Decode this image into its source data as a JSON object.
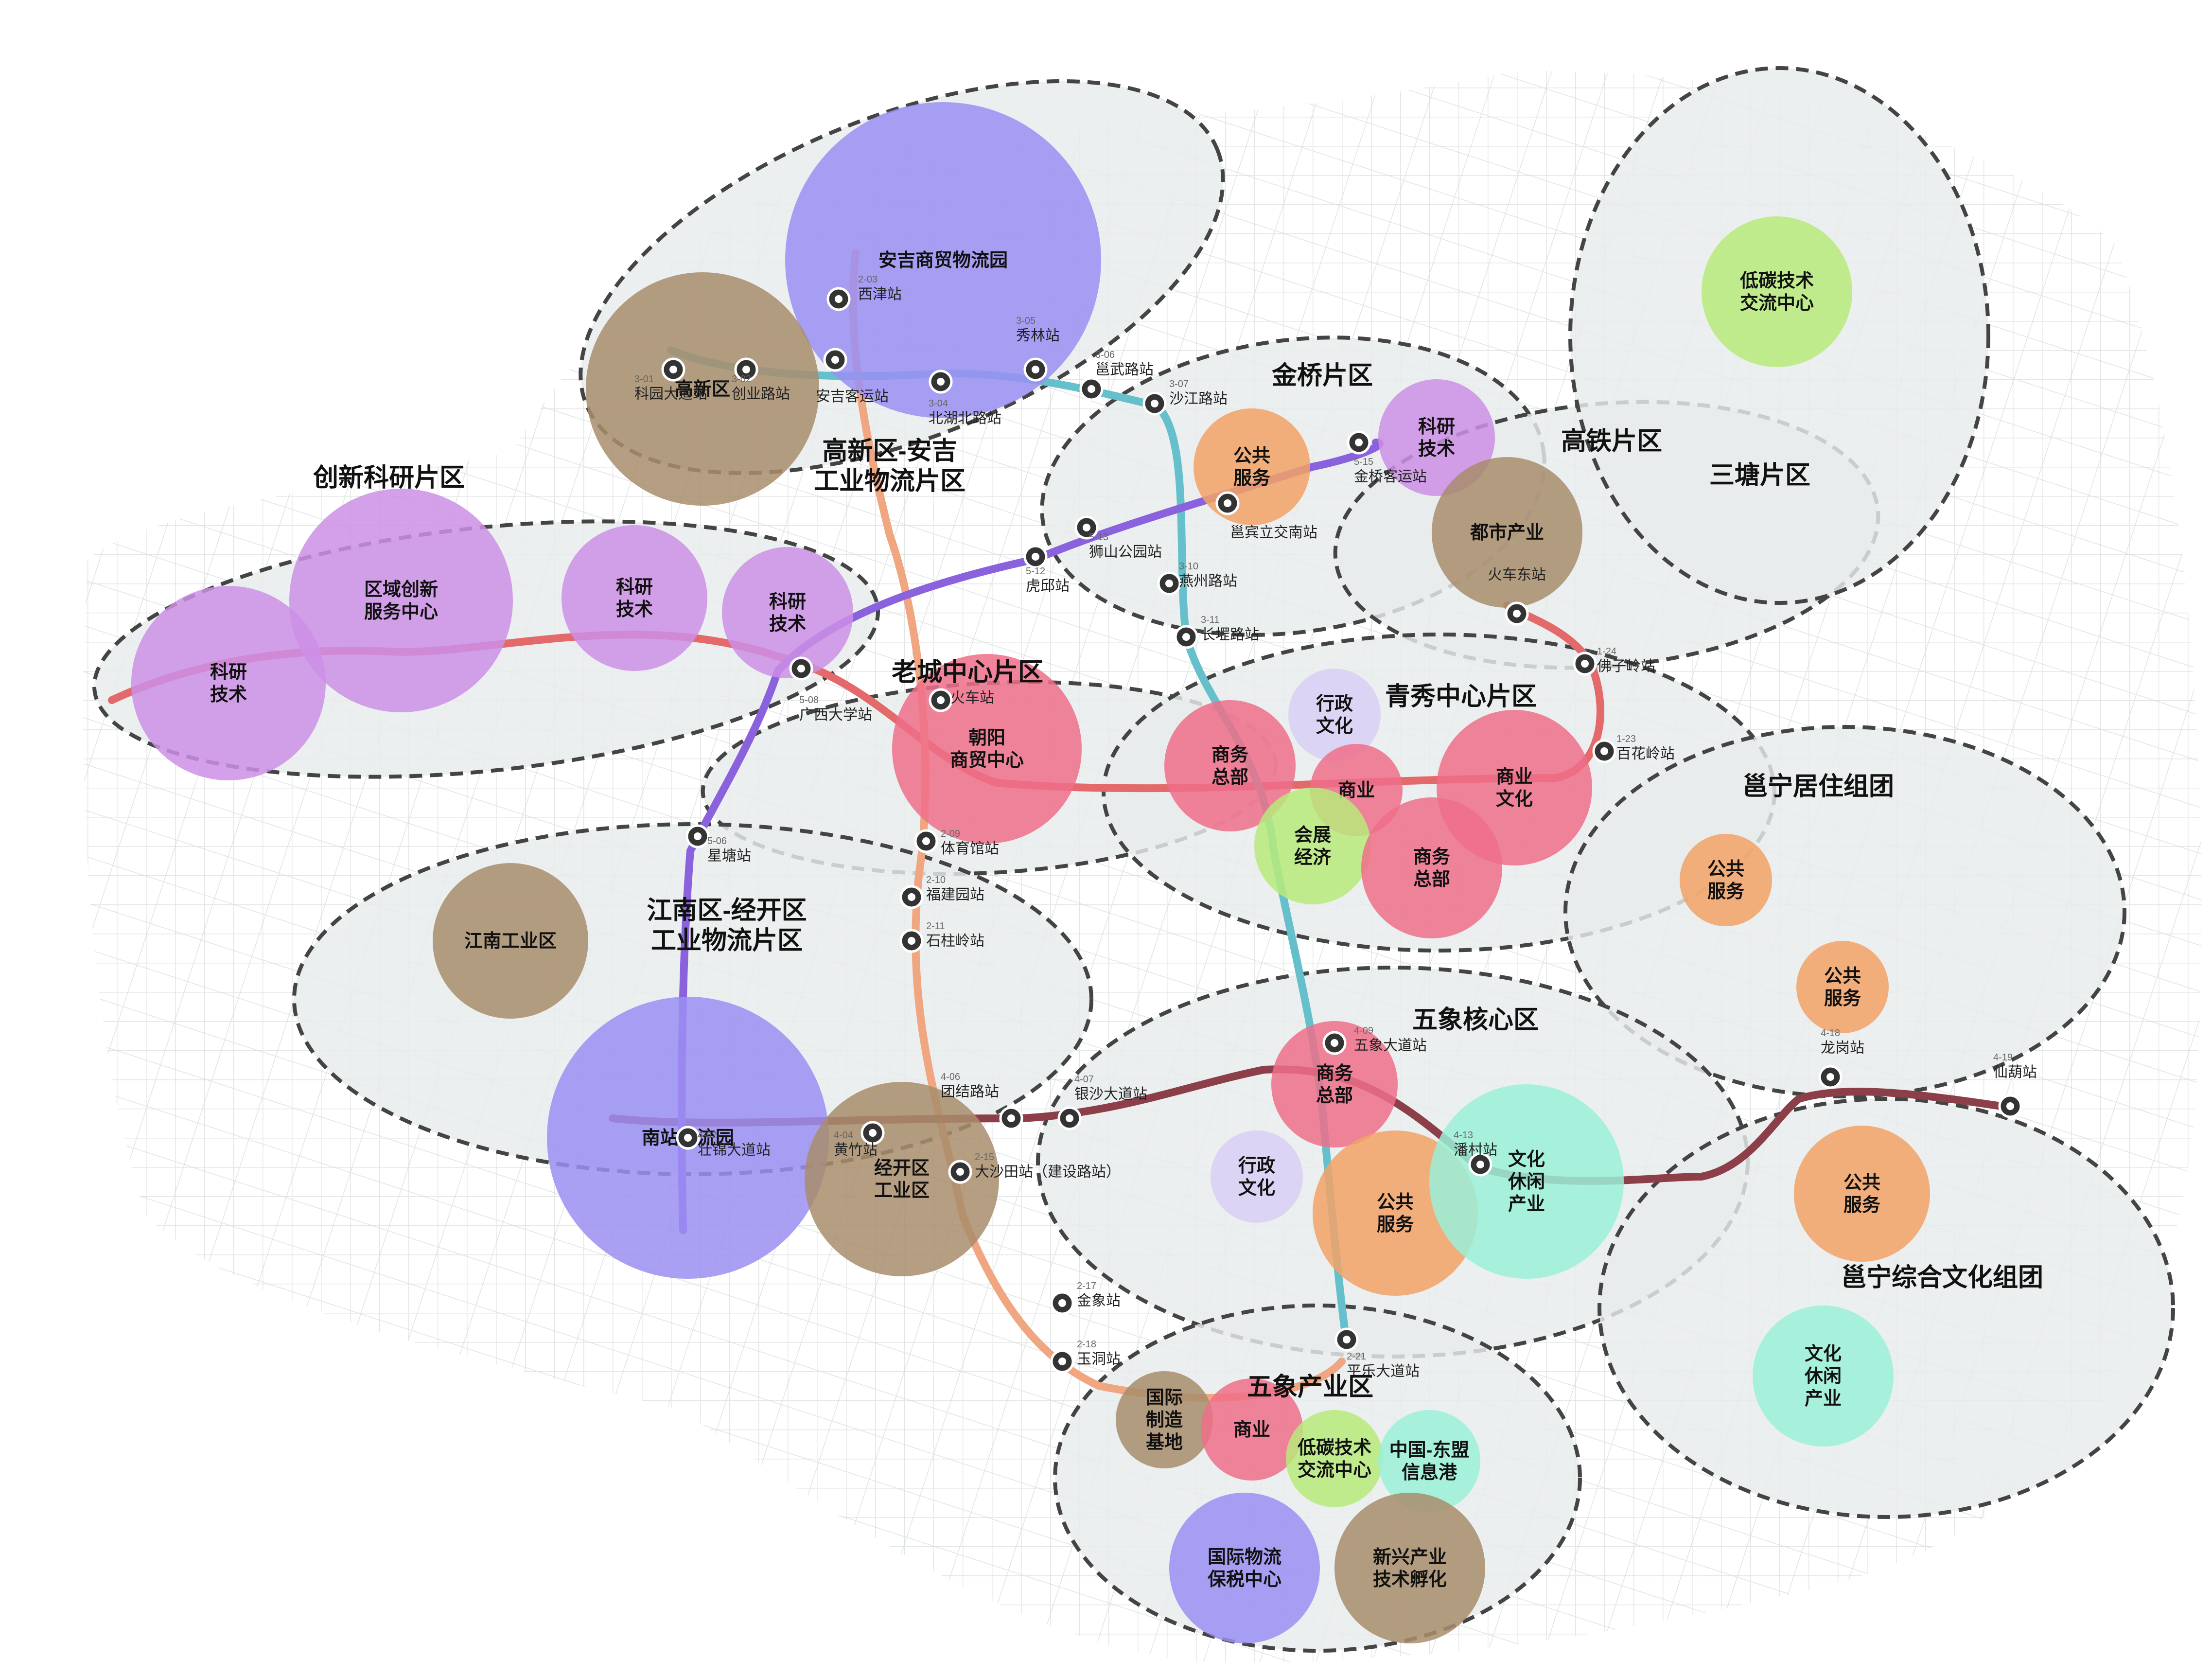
{
  "zones": [
    {
      "id": "high-tech",
      "label": [
        "高新区-安吉",
        "工业物流片区"
      ]
    },
    {
      "id": "innovation",
      "label": [
        "创新科研片区"
      ]
    },
    {
      "id": "jinqiao",
      "label": [
        "金桥片区"
      ]
    },
    {
      "id": "hsr",
      "label": [
        "高铁片区"
      ]
    },
    {
      "id": "santang",
      "label": [
        "三塘片区"
      ]
    },
    {
      "id": "old-city",
      "label": [
        "老城中心片区"
      ]
    },
    {
      "id": "qingxiu",
      "label": [
        "青秀中心片区"
      ]
    },
    {
      "id": "yongning-res",
      "label": [
        "邕宁居住组团"
      ]
    },
    {
      "id": "jiangnan",
      "label": [
        "江南区-经开区",
        "工业物流片区"
      ]
    },
    {
      "id": "wuxiang-core",
      "label": [
        "五象核心区"
      ]
    },
    {
      "id": "yongning-cul",
      "label": [
        "邕宁综合文化组团"
      ]
    },
    {
      "id": "wuxiang-ind",
      "label": [
        "五象产业区"
      ]
    }
  ],
  "nodes": [
    {
      "label": [
        "安吉商贸物流园"
      ],
      "category": "logistics"
    },
    {
      "label": [
        "高新区"
      ],
      "category": "industry"
    },
    {
      "label": [
        "区域创新",
        "服务中心"
      ],
      "category": "research"
    },
    {
      "label": [
        "科研",
        "技术"
      ],
      "category": "research"
    },
    {
      "label": [
        "科研",
        "技术"
      ],
      "category": "research"
    },
    {
      "label": [
        "科研",
        "技术"
      ],
      "category": "research"
    },
    {
      "label": [
        "公共",
        "服务"
      ],
      "category": "public"
    },
    {
      "label": [
        "科研",
        "技术"
      ],
      "category": "research"
    },
    {
      "label": [
        "都市产业"
      ],
      "category": "industry"
    },
    {
      "label": [
        "低碳技术",
        "交流中心"
      ],
      "category": "green"
    },
    {
      "label": [
        "朝阳",
        "商贸中心"
      ],
      "category": "commerce"
    },
    {
      "label": [
        "行政",
        "文化"
      ],
      "category": "admin"
    },
    {
      "label": [
        "商务",
        "总部"
      ],
      "category": "commerce"
    },
    {
      "label": [
        "商业"
      ],
      "category": "commerce"
    },
    {
      "label": [
        "商业",
        "文化"
      ],
      "category": "commerce"
    },
    {
      "label": [
        "会展",
        "经济"
      ],
      "category": "green"
    },
    {
      "label": [
        "商务",
        "总部"
      ],
      "category": "commerce"
    },
    {
      "label": [
        "江南工业区"
      ],
      "category": "industry"
    },
    {
      "label": [
        "南站物流园"
      ],
      "category": "logistics"
    },
    {
      "label": [
        "经开区",
        "工业区"
      ],
      "category": "industry"
    },
    {
      "label": [
        "公共",
        "服务"
      ],
      "category": "public"
    },
    {
      "label": [
        "公共",
        "服务"
      ],
      "category": "public"
    },
    {
      "label": [
        "商务",
        "总部"
      ],
      "category": "commerce"
    },
    {
      "label": [
        "行政",
        "文化"
      ],
      "category": "admin"
    },
    {
      "label": [
        "公共",
        "服务"
      ],
      "category": "public"
    },
    {
      "label": [
        "文化",
        "休闲",
        "产业"
      ],
      "category": "culture"
    },
    {
      "label": [
        "公共",
        "服务"
      ],
      "category": "public"
    },
    {
      "label": [
        "文化",
        "休闲",
        "产业"
      ],
      "category": "culture"
    },
    {
      "label": [
        "国际",
        "制造",
        "基地"
      ],
      "category": "industry"
    },
    {
      "label": [
        "商业"
      ],
      "category": "commerce"
    },
    {
      "label": [
        "低碳技术",
        "交流中心"
      ],
      "category": "green"
    },
    {
      "label": [
        "中国-东盟",
        "信息港"
      ],
      "category": "culture"
    },
    {
      "label": [
        "国际物流",
        "保税中心"
      ],
      "category": "logistics"
    },
    {
      "label": [
        "新兴产业",
        "技术孵化"
      ],
      "category": "industry"
    }
  ],
  "stations": [
    {
      "name": "西津站",
      "code": "2-03"
    },
    {
      "name": "秀林站",
      "code": "3-05"
    },
    {
      "name": "邕武路站",
      "code": "3-06"
    },
    {
      "name": "科园大道站",
      "code": "3-01"
    },
    {
      "name": "创业路站",
      "code": "3-02"
    },
    {
      "name": "安吉客运站",
      "code": ""
    },
    {
      "name": "北湖北路站",
      "code": "3-04"
    },
    {
      "name": "沙江路站",
      "code": "3-07"
    },
    {
      "name": "金桥客运站",
      "code": "5-15"
    },
    {
      "name": "邕宾立交南站",
      "code": ""
    },
    {
      "name": "狮山公园站",
      "code": "5-13"
    },
    {
      "name": "虎邱站",
      "code": "5-12"
    },
    {
      "name": "燕州路站",
      "code": "3-10"
    },
    {
      "name": "长堽路站",
      "code": "3-11"
    },
    {
      "name": "火车东站",
      "code": ""
    },
    {
      "name": "佛子岭站",
      "code": "1-24"
    },
    {
      "name": "百花岭站",
      "code": "1-23"
    },
    {
      "name": "火车站",
      "code": ""
    },
    {
      "name": "广西大学站",
      "code": "5-08"
    },
    {
      "name": "体育馆站",
      "code": "2-09"
    },
    {
      "name": "星塘站",
      "code": "5-06"
    },
    {
      "name": "福建园站",
      "code": "2-10"
    },
    {
      "name": "石柱岭站",
      "code": "2-11"
    },
    {
      "name": "银沙大道站",
      "code": "4-07"
    },
    {
      "name": "团结路站",
      "code": "4-06"
    },
    {
      "name": "五象大道站",
      "code": "4-09"
    },
    {
      "name": "壮锦大道站",
      "code": "4-02"
    },
    {
      "name": "黄竹站",
      "code": "4-04"
    },
    {
      "name": "大沙田站（建设路站）",
      "code": "2-15"
    },
    {
      "name": "潘村站",
      "code": "4-13"
    },
    {
      "name": "金象站",
      "code": "2-17"
    },
    {
      "name": "玉洞站",
      "code": "2-18"
    },
    {
      "name": "平乐大道站",
      "code": "2-21"
    },
    {
      "name": "龙岗站",
      "code": "4-18"
    },
    {
      "name": "仙葫站",
      "code": "4-19"
    }
  ],
  "colors": {
    "research": "#cd8fe6",
    "logistics": "#9a8ff2",
    "industry": "#a88d6c",
    "public": "#f2a266",
    "commerce": "#ef6f8a",
    "admin": "#d9cff5",
    "green": "#b9ea7b",
    "culture": "#9af0d8",
    "zone_fill": "#e8eceb",
    "zone_stroke": "#444444",
    "line1": "#e4696a",
    "line2": "#efa681",
    "line3": "#66c0cc",
    "line4": "#8c3f49",
    "line5": "#8a62dd"
  }
}
